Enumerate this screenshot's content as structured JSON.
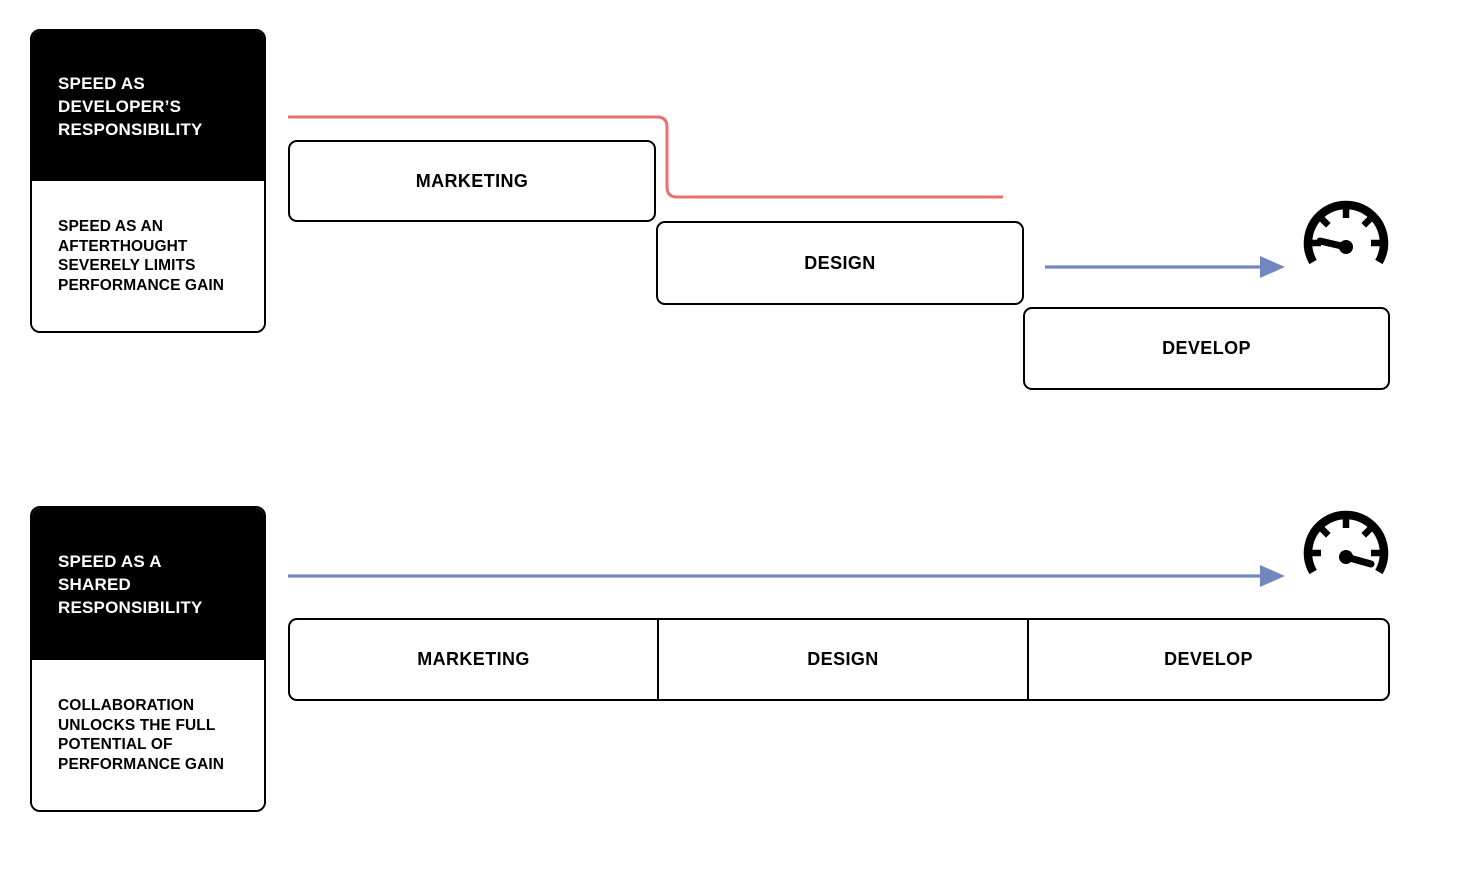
{
  "palette": {
    "red": "#e87070",
    "blue": "#7287c0",
    "black": "#000000",
    "white": "#ffffff"
  },
  "waterfall_section": {
    "card": {
      "title": "SPEED AS\nDEVELOPER’S\nRESPONSIBILITY",
      "body": "SPEED AS AN\nAFTERTHOUGHT\nSEVERELY LIMITS\nPERFORMANCE GAIN"
    },
    "stages": [
      {
        "label": "MARKETING"
      },
      {
        "label": "DESIGN"
      },
      {
        "label": "DEVELOP"
      }
    ],
    "icon": "speedometer-low-icon"
  },
  "shared_section": {
    "card": {
      "title": "SPEED AS A\nSHARED\nRESPONSIBILITY",
      "body": "COLLABORATION\nUNLOCKS THE FULL\nPOTENTIAL OF\nPERFORMANCE GAIN"
    },
    "stages": [
      {
        "label": "MARKETING"
      },
      {
        "label": "DESIGN"
      },
      {
        "label": "DEVELOP"
      }
    ],
    "icon": "speedometer-high-icon"
  }
}
